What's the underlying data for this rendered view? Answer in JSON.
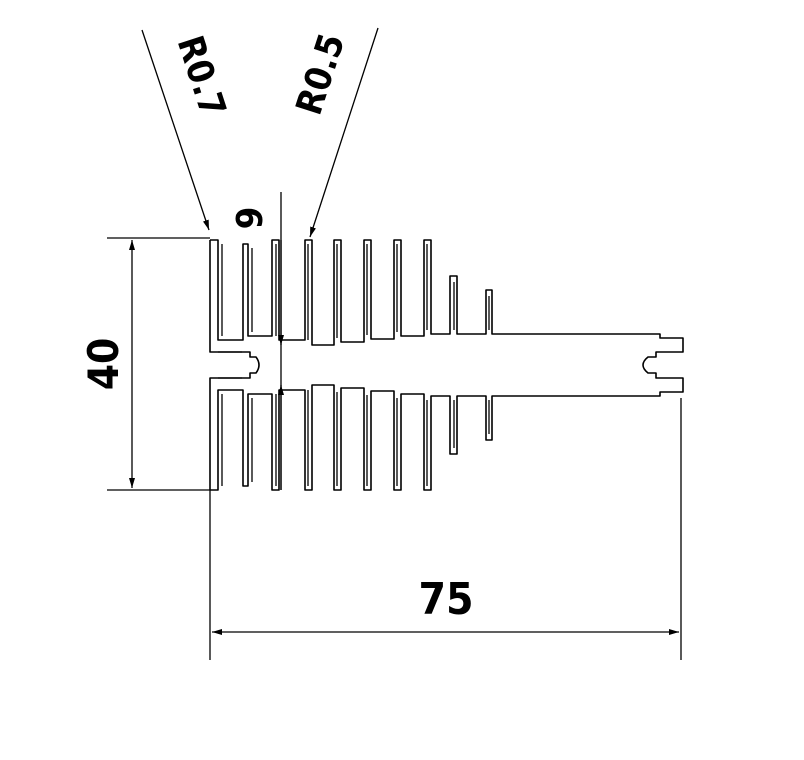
{
  "labels": {
    "radius_left": "R0.7",
    "radius_right": "R0.5",
    "fin_gap": "6",
    "height": "40",
    "width": "75"
  },
  "colors": {
    "line": "#000000",
    "background": "#ffffff"
  }
}
